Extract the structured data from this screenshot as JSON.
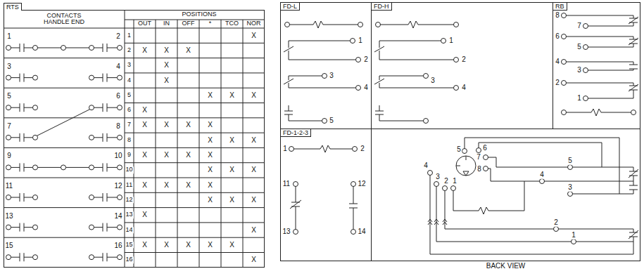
{
  "diagram": {
    "nodes": [
      {
        "text": [
          "RTS"
        ]
      },
      {
        "text": [
          "FD-L"
        ]
      },
      {
        "text": [
          "FD-H"
        ]
      },
      {
        "text": [
          "RB"
        ]
      },
      {
        "text": [
          "FD-1-2-3"
        ]
      },
      {
        "text": [
          "BACK VIEW"
        ]
      }
    ],
    "labels": [
      "CONTACTS HANDLE END",
      "POSITIONS",
      "OUT",
      "IN",
      "OFF",
      "*",
      "TCO",
      "NOR",
      "1",
      "2",
      "3",
      "4",
      "5",
      "6",
      "7",
      "8",
      "9",
      "10",
      "11",
      "12",
      "13",
      "14",
      "15",
      "16",
      "X",
      "X",
      "X",
      "X",
      "X",
      "X",
      "X",
      "X",
      "X",
      "X",
      "X",
      "X",
      "X",
      "X",
      "X",
      "X",
      "X",
      "X",
      "X",
      "X",
      "X",
      "X",
      "X",
      "X",
      "X",
      "X",
      "X",
      "X",
      "X",
      "X",
      "X",
      "X",
      "X",
      "X",
      "X",
      "X",
      "X",
      "X",
      "X",
      "1",
      "2",
      "3",
      "4",
      "5",
      "6",
      "7",
      "8",
      "9",
      "10",
      "11",
      "12",
      "13",
      "14",
      "15",
      "16",
      "1",
      "2",
      "3",
      "4",
      "5",
      "1",
      "2",
      "3",
      "4",
      "8",
      "7",
      "6",
      "5",
      "4",
      "3",
      "2",
      "1",
      "1",
      "2",
      "11",
      "12",
      "13",
      "14",
      "4",
      "5",
      "6",
      "3",
      "2",
      "1",
      "7",
      "8",
      "5",
      "4",
      "3",
      "2",
      "1"
    ]
  }
}
